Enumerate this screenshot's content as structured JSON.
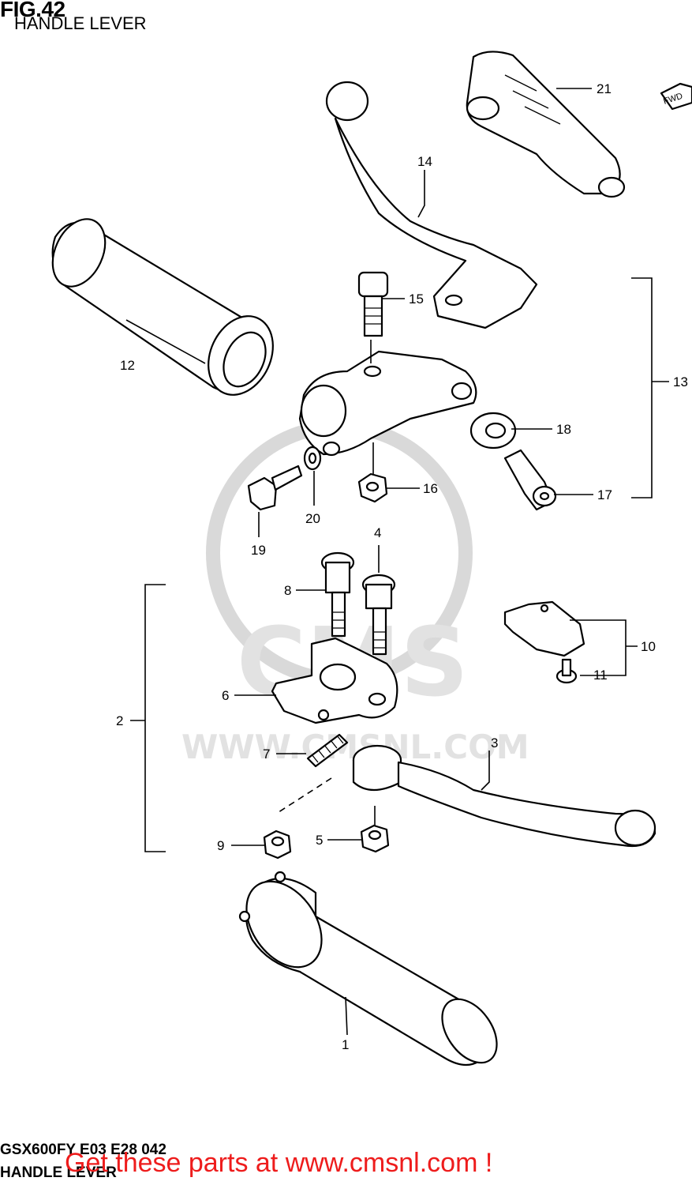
{
  "header": {
    "title": "FIG.42",
    "subtitle": "HANDLE LEVER"
  },
  "watermark": {
    "brand": "CMS",
    "url": "WWW.CMSNL.COM"
  },
  "fwd_label": "FWD",
  "callouts": {
    "p1": "1",
    "p2": "2",
    "p3": "3",
    "p4": "4",
    "p5": "5",
    "p6": "6",
    "p7": "7",
    "p8": "8",
    "p9": "9",
    "p10": "10",
    "p11": "11",
    "p12": "12",
    "p13": "13",
    "p14": "14",
    "p15": "15",
    "p16": "16",
    "p17": "17",
    "p18": "18",
    "p19": "19",
    "p20": "20",
    "p21": "21"
  },
  "footer": {
    "code": "GSX600FY E03 E28 042",
    "subtitle": "HANDLE LEVER",
    "cta": "Get these parts at www.cmsnl.com !"
  },
  "colors": {
    "cta": "#ee1c1c",
    "watermark": "#d9d9d9"
  }
}
